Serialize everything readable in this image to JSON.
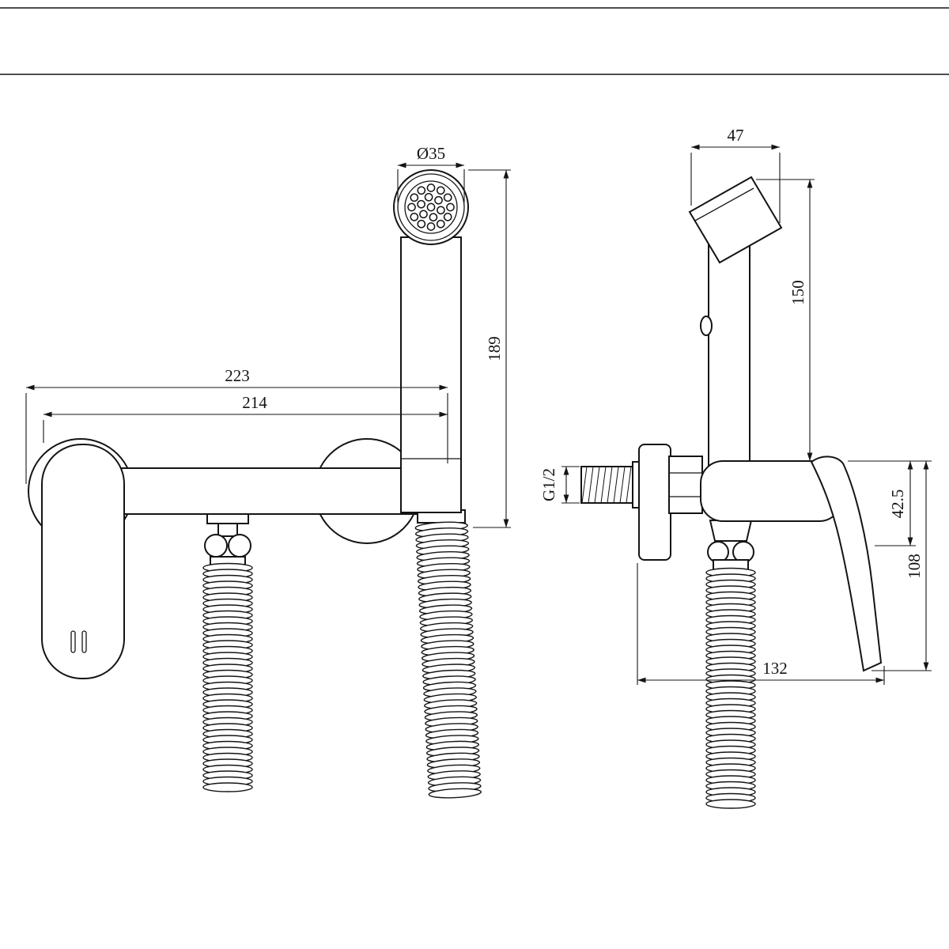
{
  "colors": {
    "ink": "#141414",
    "paper": "#ffffff"
  },
  "labels": {
    "diameter35": "Ø35",
    "height189": "189",
    "width223": "223",
    "width214": "214",
    "depth47": "47",
    "height150": "150",
    "thread": "G1/2",
    "height42_5": "42.5",
    "height108": "108",
    "width132": "132"
  }
}
